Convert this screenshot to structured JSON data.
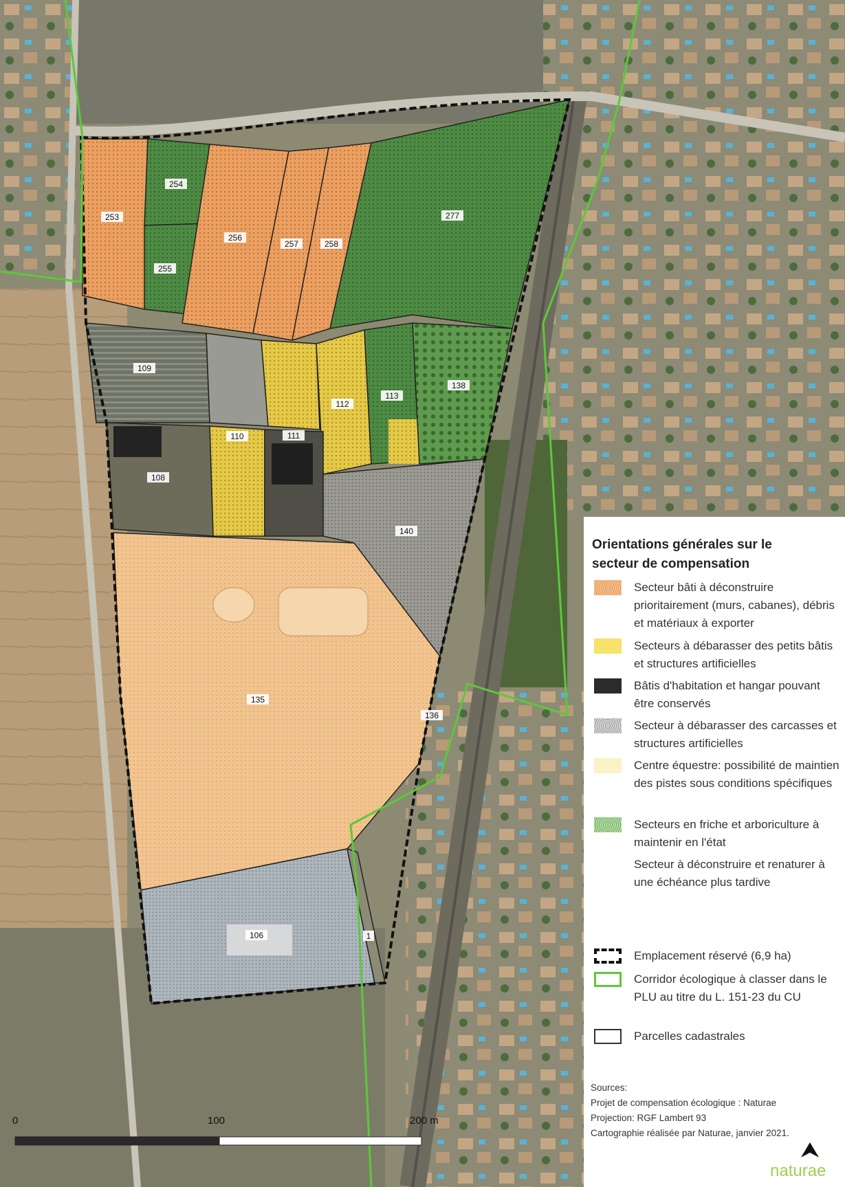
{
  "parcels": [
    {
      "id": "253",
      "label": "253"
    },
    {
      "id": "254",
      "label": "254"
    },
    {
      "id": "255",
      "label": "255"
    },
    {
      "id": "256",
      "label": "256"
    },
    {
      "id": "257",
      "label": "257"
    },
    {
      "id": "258",
      "label": "258"
    },
    {
      "id": "277",
      "label": "277"
    },
    {
      "id": "109",
      "label": "109"
    },
    {
      "id": "112",
      "label": "112"
    },
    {
      "id": "113",
      "label": "113"
    },
    {
      "id": "138",
      "label": "138"
    },
    {
      "id": "110",
      "label": "110"
    },
    {
      "id": "111",
      "label": "111"
    },
    {
      "id": "108",
      "label": "108"
    },
    {
      "id": "140",
      "label": "140"
    },
    {
      "id": "135",
      "label": "135"
    },
    {
      "id": "136",
      "label": "136"
    },
    {
      "id": "106",
      "label": "106"
    },
    {
      "id": "1",
      "label": "1"
    }
  ],
  "legend": {
    "title": "Orientations générales sur le secteur de compensation",
    "items": [
      {
        "label": "Secteur bâti à déconstruire prioritairement (murs, cabanes), débris et matériaux à exporter",
        "swatch_color": "#f5b774",
        "pattern": "dots-orange"
      },
      {
        "label": "Secteurs à débarasser des petits bâtis et structures artificielles",
        "swatch_color": "#f7e26a",
        "pattern": "solid"
      },
      {
        "label": "Bâtis d'habitation et hangar pouvant être conservés",
        "swatch_color": "#2b2b2b",
        "pattern": "solid"
      },
      {
        "label": "Secteur à débarasser des carcasses et structures artificielles",
        "swatch_color": "#c9c9c9",
        "pattern": "dots-grey"
      },
      {
        "label": "Centre équestre: possibilité de maintien des pistes sous conditions spécifiques",
        "swatch_color": "#fbf2c6",
        "pattern": "solid"
      },
      {
        "label": "Secteurs en friche et arboriculture à maintenir en l'état",
        "swatch_color": "#8cc47a",
        "pattern": "dots-green"
      },
      {
        "label": "Secteur à déconstruire et renaturer à une échéance plus tardive",
        "swatch_color": "#ffffff",
        "pattern": "none"
      },
      {
        "label": "Emplacement réservé (6,9 ha)",
        "swatch_color": "#111111",
        "pattern": "dashed-outline"
      },
      {
        "label": "Corridor écologique à classer dans le PLU au titre du L. 151-23 du CU",
        "swatch_color": "#5cc83a",
        "pattern": "green-outline"
      },
      {
        "label": "Parcelles cadastrales",
        "swatch_color": "#333333",
        "pattern": "outline"
      }
    ]
  },
  "sources": "Sources:\nProjet de compensation écologique : Naturae\nProjection: RGF Lambert 93\nCartographie réalisée par Naturae, janvier 2021.",
  "scale": {
    "labels": [
      "0",
      "100",
      "200 m"
    ]
  },
  "brand": "naturae"
}
